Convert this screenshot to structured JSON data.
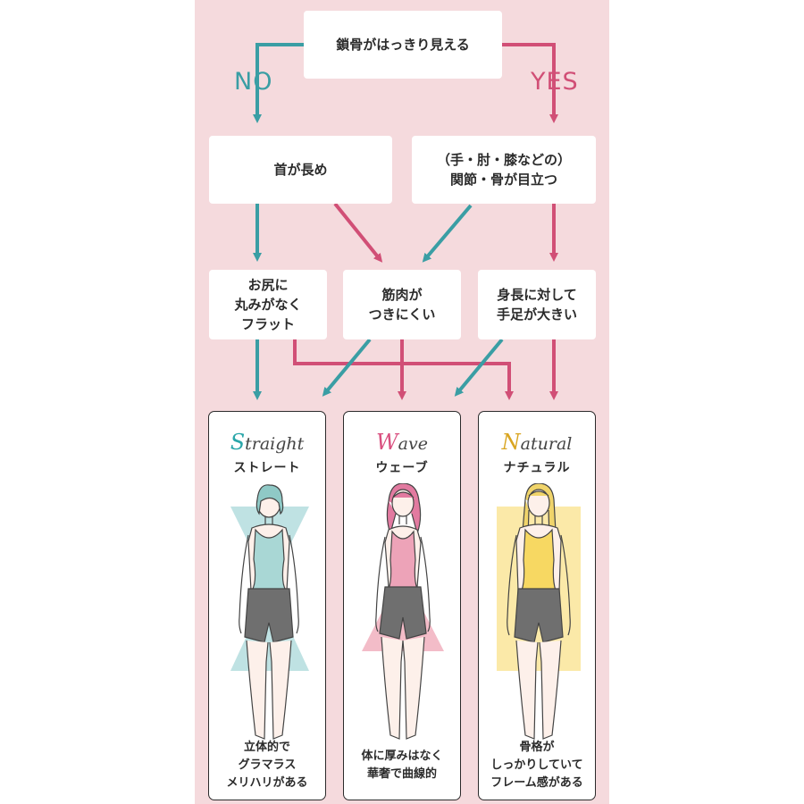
{
  "colors": {
    "panel": "#f5dadd",
    "no": "#3a9ea4",
    "yes": "#d14f76",
    "straight": "#2aa6a9",
    "wave": "#d94f7f",
    "natural": "#d9a521"
  },
  "question": "鎖骨がはっきり見える",
  "no_label": "NO",
  "yes_label": "YES",
  "level1": {
    "left": "首が長め",
    "right_line1": "（手・肘・膝などの）",
    "right_line2": "関節・骨が目立つ"
  },
  "level2": {
    "left": [
      "お尻に",
      "丸みがなく",
      "フラット"
    ],
    "middle": [
      "筋肉が",
      "つきにくい"
    ],
    "right": [
      "身長に対して",
      "手足が大きい"
    ]
  },
  "types": [
    {
      "script_initial": "S",
      "script_rest": "traight",
      "kana": "ストレート",
      "desc": [
        "立体的で",
        "グラマラス",
        "メリハリがある"
      ],
      "icon": "hourglass-silhouette-icon"
    },
    {
      "script_initial": "W",
      "script_rest": "ave",
      "kana": "ウェーブ",
      "desc": [
        "体に厚みはなく",
        "華奢で曲線的"
      ],
      "icon": "triangle-silhouette-icon"
    },
    {
      "script_initial": "N",
      "script_rest": "atural",
      "kana": "ナチュラル",
      "desc": [
        "骨格が",
        "しっかりしていて",
        "フレーム感がある"
      ],
      "icon": "rectangle-silhouette-icon"
    }
  ]
}
